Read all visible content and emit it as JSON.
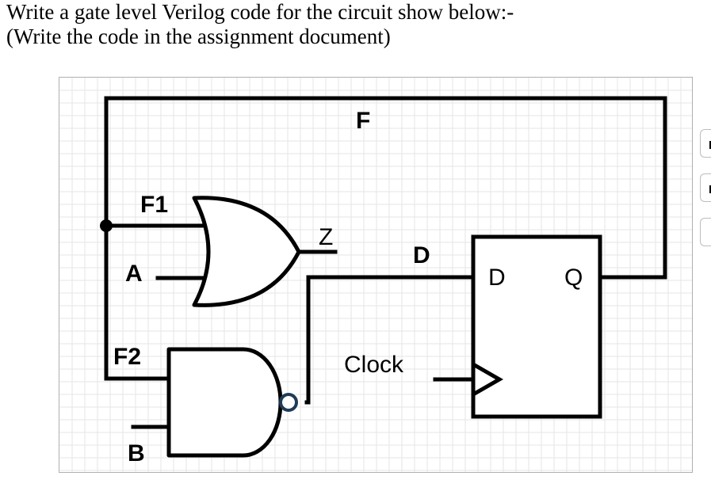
{
  "question": {
    "line1": "Write a gate level Verilog code for the circuit show below:-",
    "line2": "(Write the code in the assignment document)"
  },
  "circuit": {
    "labels": {
      "feedback": "F",
      "or_input_top": "F1",
      "or_input_a": "A",
      "or_output": "Z",
      "ff_input_wire": "D",
      "nand_input_top": "F2",
      "nand_input_b": "B",
      "clock": "Clock",
      "ff_d": "D",
      "ff_q": "Q"
    },
    "colors": {
      "wire": "#000000",
      "grid": "#e6e6e6",
      "bubble": "#1f3b57"
    }
  }
}
